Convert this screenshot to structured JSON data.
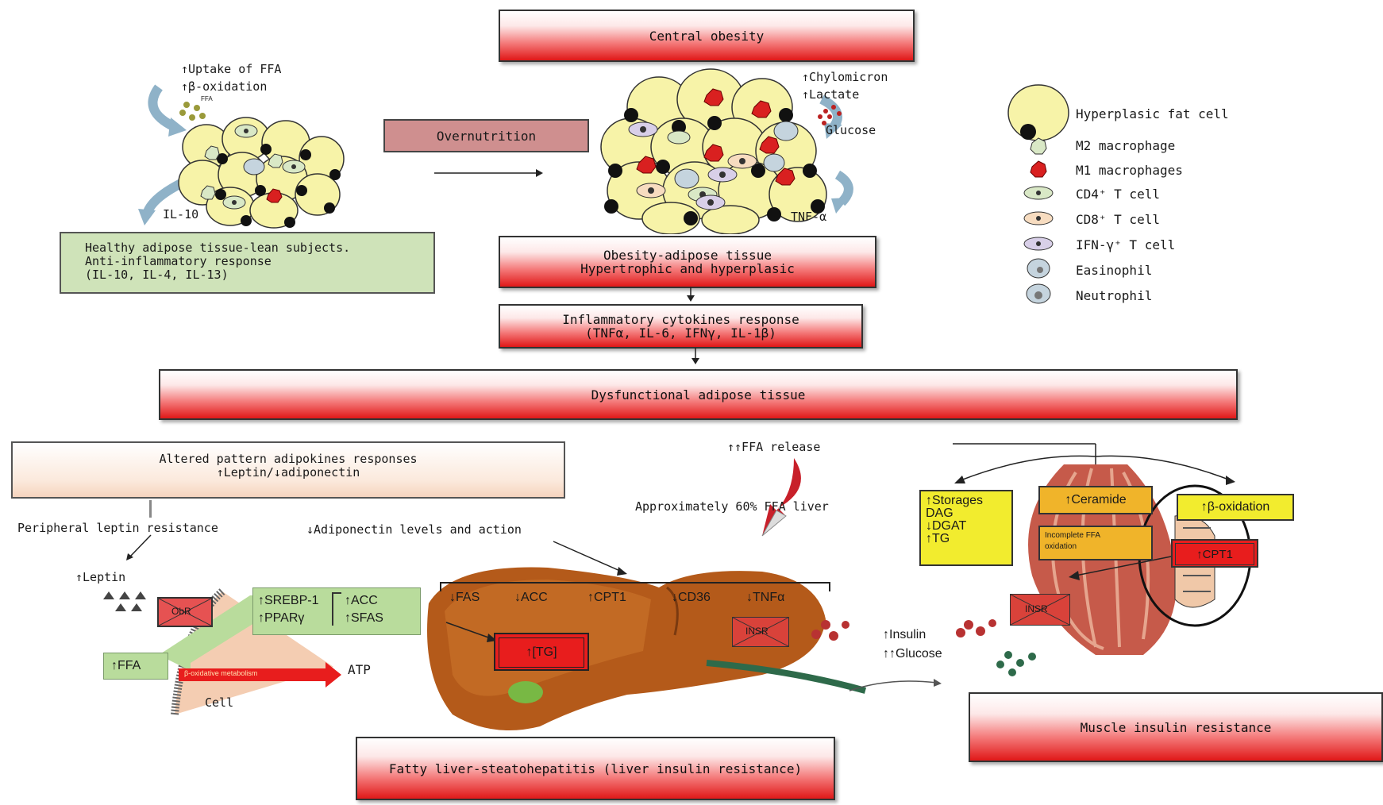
{
  "boxes": {
    "central_obesity": "Central obesity",
    "overnutrition": "Overnutrition",
    "healthy": [
      "Healthy adipose tissue-lean subjects.",
      "Anti-inflammatory response",
      "(IL-10, IL-4, IL-13)"
    ],
    "obesity_tissue": [
      "Obesity-adipose tissue",
      "Hypertrophic and hyperplasic"
    ],
    "cytokines": [
      "Inflammatory cytokines response",
      "(TNFα, IL-6, IFNγ, IL-1β)"
    ],
    "dysfunctional": "Dysfunctional adipose tissue",
    "adipokines": [
      "Altered pattern adipokines responses",
      "↑Leptin/↓adiponectin"
    ],
    "fatty_liver": "Fatty liver-steatohepatitis (liver insulin resistance)",
    "muscle_ir": "Muscle insulin resistance"
  },
  "lean_labels": {
    "uptake": "↑Uptake of FFA",
    "beta": "↑β-oxidation",
    "ffa_small": "FFA",
    "il10": "IL-10"
  },
  "obese_labels": {
    "chylo": "↑Chylomicron",
    "lactate": "↑Lactate",
    "glucose": "Glucose",
    "tnf": "TNF-α"
  },
  "legend": [
    {
      "icon": "hyperplasic-fat-cell-icon",
      "label": "Hyperplasic fat cell"
    },
    {
      "icon": "m2-macrophage-icon",
      "label": "M2 macrophage"
    },
    {
      "icon": "m1-macrophage-icon",
      "label": "M1 macrophages"
    },
    {
      "icon": "cd4-t-cell-icon",
      "label": "CD4⁺ T cell"
    },
    {
      "icon": "cd8-t-cell-icon",
      "label": "CD8⁺ T cell"
    },
    {
      "icon": "ifn-t-cell-icon",
      "label": "IFN-γ⁺ T cell"
    },
    {
      "icon": "eosinophil-icon",
      "label": "Easinophil"
    },
    {
      "icon": "neutrophil-icon",
      "label": "Neutrophil"
    }
  ],
  "leptin_panel": {
    "peripheral": "Peripheral leptin resistance",
    "leptin": "↑Leptin",
    "obr": "ObR",
    "srebp": "↑SREBP-1",
    "ppar": "↑PPARγ",
    "acc": "↑ACC",
    "sfas": "↑SFAS",
    "ffa": "↑FFA",
    "metabolism": "β-oxidative metabolism",
    "atp": "ATP",
    "cell": "Cell"
  },
  "liver_panel": {
    "ffa_release": "↑↑FFA release",
    "approx": "Approximately 60% FFA liver",
    "adiponectin": "↓Adiponectin levels and action",
    "fas": "↓FAS",
    "acc": "↓ACC",
    "cpt1": "↑CPT1",
    "cd36": "↓CD36",
    "tnfa": "↓TNFα",
    "tg": "↑[TG]",
    "insr": "INSR"
  },
  "middle_labels": {
    "insulin": "↑Insulin",
    "glucose": "↑↑Glucose"
  },
  "muscle_panel": {
    "storages": [
      "↑Storages",
      "DAG",
      "↓DGAT",
      "↑TG"
    ],
    "ceramide": "↑Ceramide",
    "incomplete": [
      "Incomplete FFA",
      "oxidation"
    ],
    "beta_ox": "↑β-oxidation",
    "cpt1": "↑CPT1",
    "insr": "INSR"
  },
  "colors": {
    "red_gradient_end": "#e01818",
    "green_box": "#cfe3b9",
    "yellow_box": "#f2ec2e",
    "orange_box": "#f0b42a",
    "fat_cell": "#f7f3a8",
    "liver": "#b45a1a"
  }
}
